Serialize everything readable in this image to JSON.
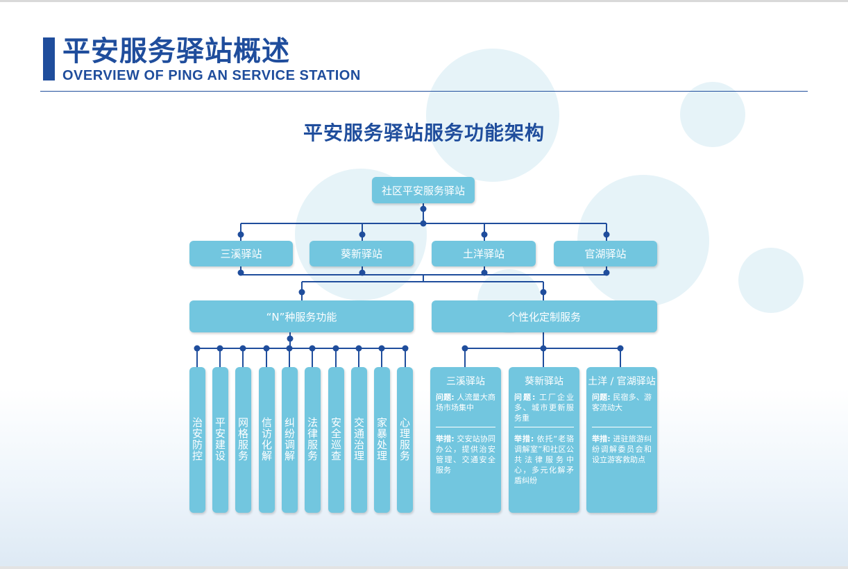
{
  "header": {
    "title": "平安服务驿站概述",
    "subtitle": "OVERVIEW OF PING AN SERVICE STATION"
  },
  "diagram": {
    "title": "平安服务驿站服务功能架构",
    "root": "社区平安服务驿站",
    "stations": [
      "三溪驿站",
      "葵新驿站",
      "土洋驿站",
      "官湖驿站"
    ],
    "branch_left": "“N”种服务功能",
    "branch_right": "个性化定制服务",
    "functions": [
      "治安防控",
      "平安建设",
      "网格服务",
      "信访化解",
      "纠纷调解",
      "法律服务",
      "安全巡查",
      "交通治理",
      "家暴处理",
      "心理服务"
    ],
    "custom": [
      {
        "title": "三溪驿站",
        "problem_label": "问题:",
        "problem": "人流量大商场市场集中",
        "measure_label": "举措:",
        "measure": "交安站协同办公，提供治安管理、交通安全服务"
      },
      {
        "title": "葵新驿站",
        "problem_label": "问题:",
        "problem": "工厂企业多、城市更新服务重",
        "measure_label": "举措:",
        "measure": "依托“老骆调解室”和社区公共法律服务中心，多元化解矛盾纠纷"
      },
      {
        "title": "土洋 / 官湖驿站",
        "problem_label": "问题:",
        "problem": "民宿多、游客流动大",
        "measure_label": "举措:",
        "measure": "进驻旅游纠纷调解委员会和设立游客救助点"
      }
    ]
  },
  "colors": {
    "brand": "#1f4d9c",
    "box": "#72c6df",
    "connector": "#1f4d9c",
    "bubble": "#e6f3f8"
  }
}
